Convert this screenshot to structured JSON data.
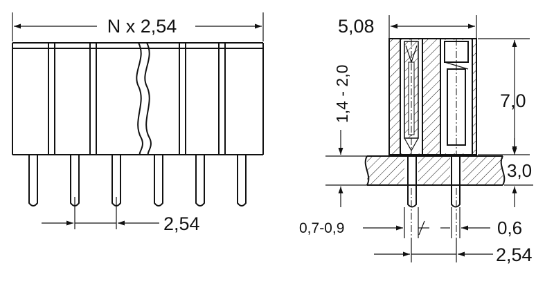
{
  "labels": {
    "overall_length": "N x 2,54",
    "pitch_left": "2,54",
    "width": "5,08",
    "height": "7,0",
    "pin_insert": "1,4 - 2,0",
    "board_thickness": "3,0",
    "hole_diameter": "0,7-0,9",
    "pin_diameter": "0,6",
    "pitch_right": "2,54"
  }
}
